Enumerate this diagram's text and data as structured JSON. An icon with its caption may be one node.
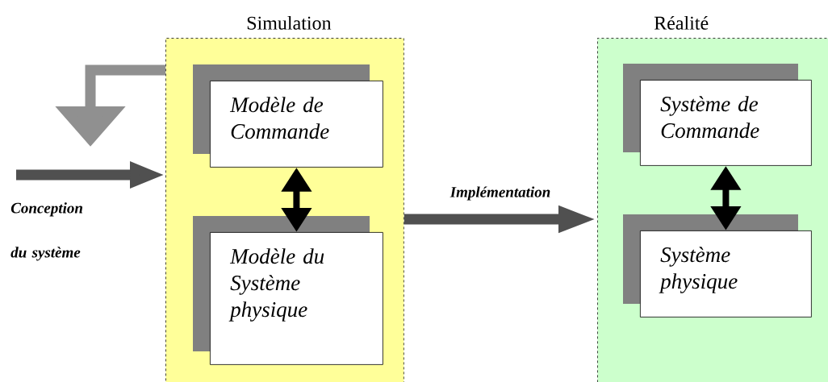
{
  "diagram": {
    "nodes": [
      {
        "text": [
          "Simulation"
        ]
      },
      {
        "text": [
          "Modèle de Commande"
        ],
        "in": 0
      },
      {
        "text": [
          "Modèle du Système physique"
        ],
        "in": 0
      },
      {
        "text": [
          "Réalité"
        ]
      },
      {
        "text": [
          "Système de Commande"
        ],
        "in": 3
      },
      {
        "text": [
          "Système physique"
        ],
        "in": 3
      }
    ],
    "edges": [
      {
        "from": 1,
        "to": 2,
        "arrow": "both"
      },
      {
        "from": 4,
        "to": 5,
        "arrow": "both"
      },
      {
        "from": 0,
        "to": 3,
        "arrow": "to",
        "label": "Implémentation",
        "color": "#505050"
      },
      {
        "from": null,
        "to": 0,
        "arrow": "to",
        "label": "Conception du système",
        "color": "#505050"
      },
      {
        "from": 0,
        "to": null,
        "arrow": "to",
        "color": "#909090"
      }
    ]
  }
}
